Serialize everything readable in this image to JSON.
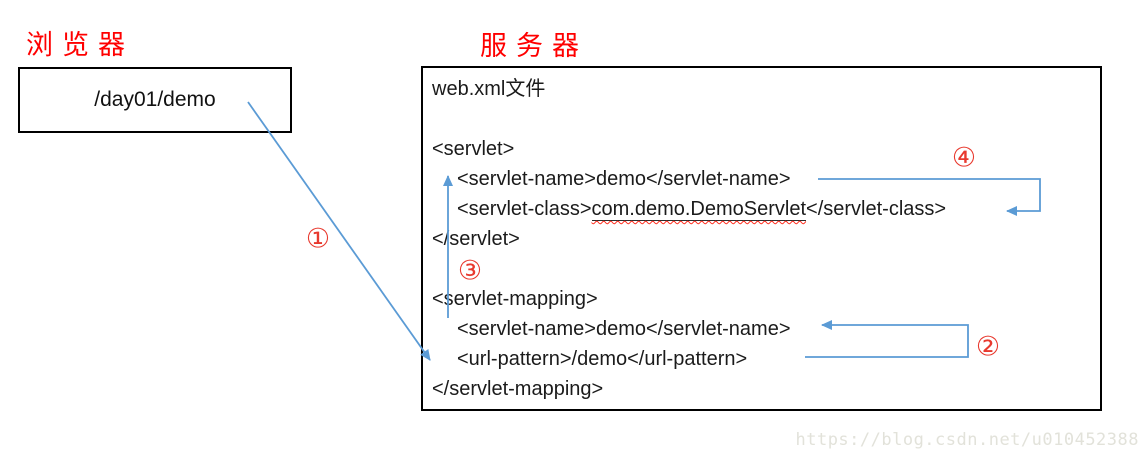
{
  "page": {
    "browser": {
      "label": "浏览器",
      "url": "/day01/demo"
    },
    "server": {
      "label": "服务器",
      "file_title": "web.xml文件",
      "servlet_block": {
        "open_tag": "<servlet>",
        "servlet_name": "<servlet-name>demo</servlet-name>",
        "servlet_class_open": "<servlet-class>",
        "servlet_class_value": "com.demo.DemoServlet",
        "servlet_class_close": "</servlet-class>",
        "close_tag": "</servlet>"
      },
      "mapping_block": {
        "open_tag": "<servlet-mapping>",
        "servlet_name": "<servlet-name>demo</servlet-name>",
        "url_pattern": "<url-pattern>/demo</url-pattern>",
        "close_tag": "</servlet-mapping>"
      }
    },
    "steps": {
      "s1": "①",
      "s2": "②",
      "s3": "③",
      "s4": "④"
    },
    "watermark": "https://blog.csdn.net/u010452388",
    "colors": {
      "title_red": "#ff0000",
      "step_red": "#e8392e",
      "arrow_blue": "#5b9bd5",
      "box_border_black": "#000000",
      "spellcheck_wavy_red": "#ff2a1a",
      "watermark_gray": "#e2e2da"
    }
  }
}
